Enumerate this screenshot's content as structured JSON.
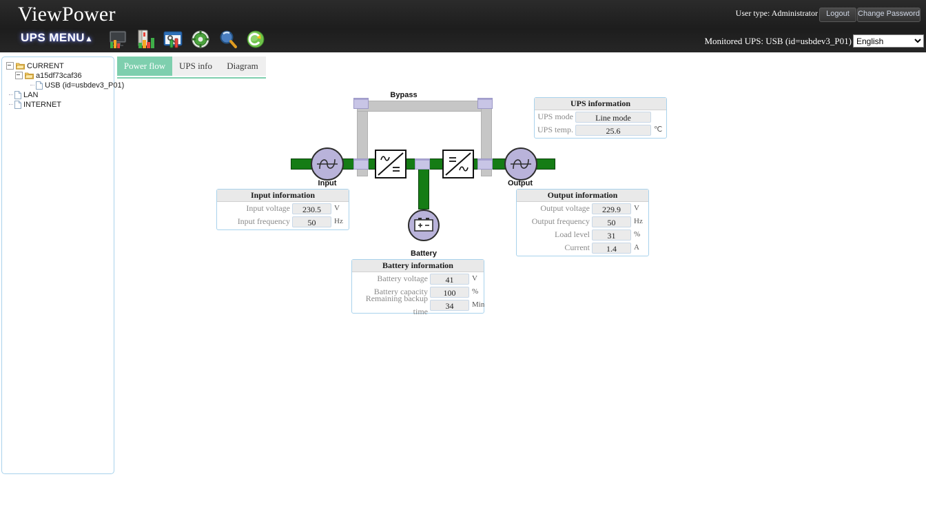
{
  "header": {
    "brand": "ViewPower",
    "ups_menu": "UPS MENU",
    "caret": "▲",
    "user_type": "User type: Administrator",
    "logout_label": "Logout",
    "change_password_label": "Change Password",
    "monitored_ups": "Monitored UPS: USB (id=usbdev3_P01)",
    "language_selected": "English",
    "language_options": [
      "English"
    ],
    "toolbar_icons": [
      "monitor-chart-icon",
      "records-binder-icon",
      "window-settings-icon",
      "green-gear-icon",
      "magnifier-icon",
      "refresh-icon"
    ]
  },
  "sidebar": {
    "items": [
      {
        "label": "CURRENT",
        "level": 1,
        "icon": "folder-icon",
        "expander": "minus"
      },
      {
        "label": "a15df73caf36",
        "level": 2,
        "icon": "folder-icon",
        "expander": "minus"
      },
      {
        "label": "USB (id=usbdev3_P01)",
        "level": 3,
        "icon": "file-icon",
        "expander": "none"
      },
      {
        "label": "LAN",
        "level": 1,
        "icon": "file-icon",
        "expander": "none"
      },
      {
        "label": "INTERNET",
        "level": 1,
        "icon": "file-icon",
        "expander": "none"
      }
    ]
  },
  "tabs": [
    {
      "label": "Power flow",
      "active": true
    },
    {
      "label": "UPS info",
      "active": false
    },
    {
      "label": "Diagram",
      "active": false
    }
  ],
  "diagram": {
    "bypass_label": "Bypass",
    "input_label": "Input",
    "output_label": "Output",
    "battery_label": "Battery",
    "active_line_color": "#157c15",
    "inactive_line_color": "#c6c6c6",
    "node_fill_color": "#b9b3da",
    "junction_color": "#c8c5e6"
  },
  "panels": {
    "ups_information": {
      "title": "UPS information",
      "rows": [
        {
          "name": "UPS mode",
          "value": "Line mode",
          "unit": ""
        },
        {
          "name": "UPS temp.",
          "value": "25.6",
          "unit": "℃"
        }
      ]
    },
    "input_information": {
      "title": "Input information",
      "rows": [
        {
          "name": "Input voltage",
          "value": "230.5",
          "unit": "V"
        },
        {
          "name": "Input frequency",
          "value": "50",
          "unit": "Hz"
        }
      ]
    },
    "output_information": {
      "title": "Output information",
      "rows": [
        {
          "name": "Output voltage",
          "value": "229.9",
          "unit": "V"
        },
        {
          "name": "Output frequency",
          "value": "50",
          "unit": "Hz"
        },
        {
          "name": "Load level",
          "value": "31",
          "unit": "%"
        },
        {
          "name": "Current",
          "value": "1.4",
          "unit": "A"
        }
      ]
    },
    "battery_information": {
      "title": "Battery information",
      "rows": [
        {
          "name": "Battery voltage",
          "value": "41",
          "unit": "V"
        },
        {
          "name": "Battery capacity",
          "value": "100",
          "unit": "%"
        },
        {
          "name": "Remaining backup time",
          "value": "34",
          "unit": "Min"
        }
      ]
    }
  }
}
